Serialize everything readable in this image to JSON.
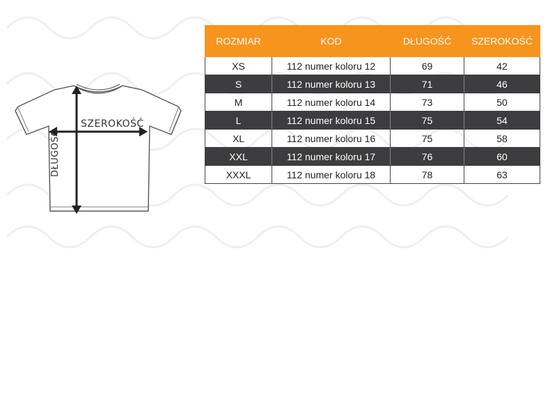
{
  "diagram": {
    "width_label": "SZEROKOŚĆ",
    "length_label": "DŁUGOŚĆ"
  },
  "table": {
    "headers": [
      "ROZMIAR",
      "KOD",
      "DŁUGOŚĆ",
      "SZEROKOŚĆ"
    ],
    "rows": [
      [
        "XS",
        "112 numer koloru 12",
        "69",
        "42"
      ],
      [
        "S",
        "112 numer koloru 13",
        "71",
        "46"
      ],
      [
        "M",
        "112 numer koloru 14",
        "73",
        "50"
      ],
      [
        "L",
        "112 numer koloru 15",
        "75",
        "54"
      ],
      [
        "XL",
        "112 numer koloru 16",
        "75",
        "58"
      ],
      [
        "XXL",
        "112 numer koloru 17",
        "76",
        "60"
      ],
      [
        "XXXL",
        "112 numer koloru 18",
        "78",
        "63"
      ]
    ],
    "header_color": "#f7941d",
    "dark_row_color": "#3d3d3f"
  }
}
